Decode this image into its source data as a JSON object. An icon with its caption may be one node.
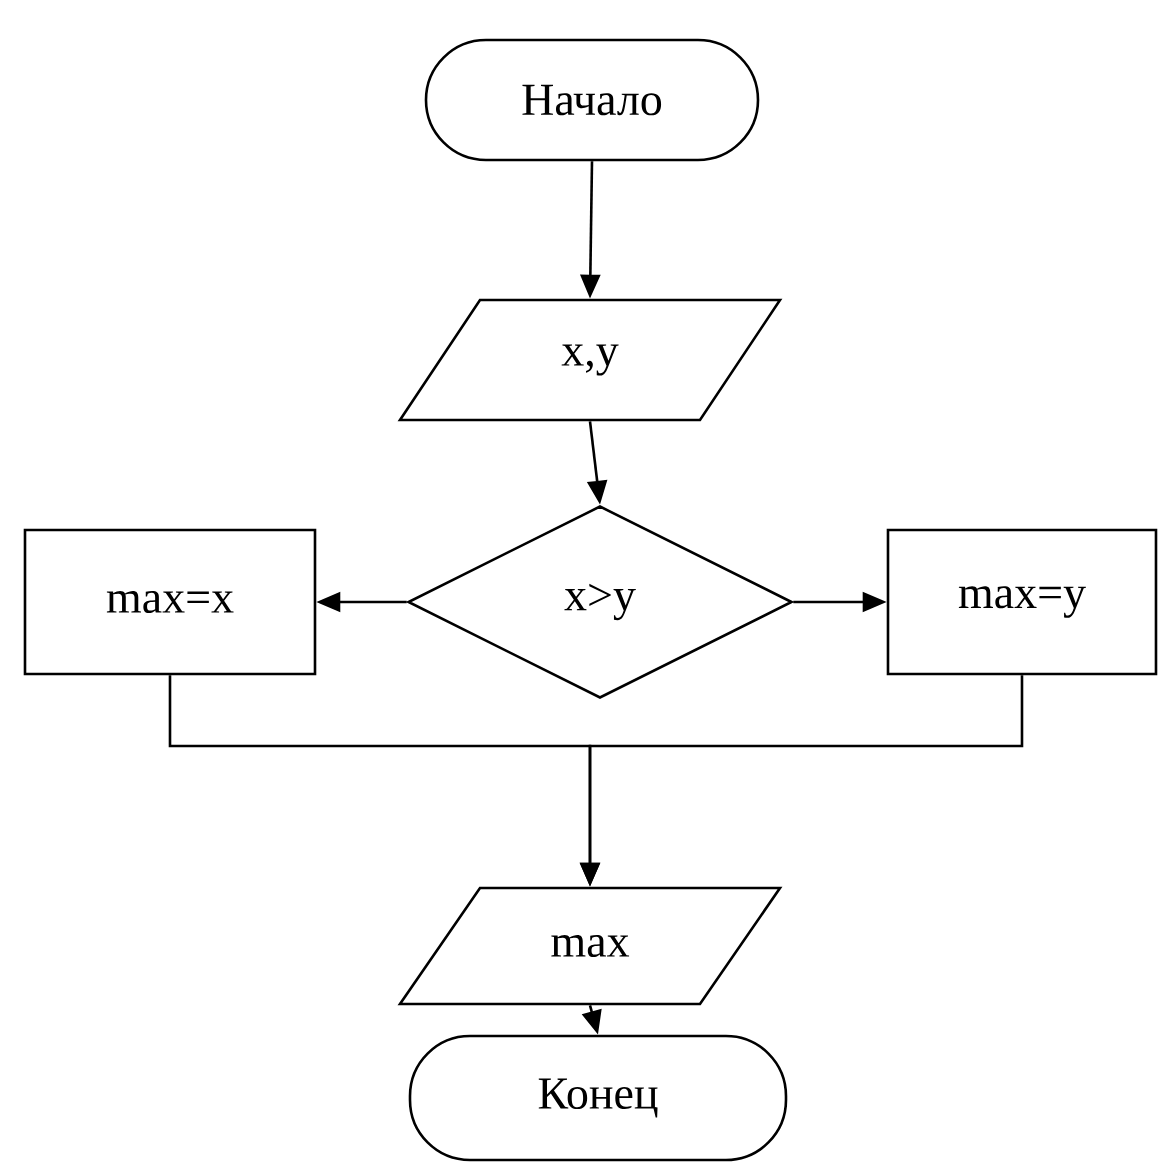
{
  "diagram": {
    "nodes": [
      {
        "text": [
          "Начало"
        ]
      },
      {
        "text": [
          "x,y"
        ]
      },
      {
        "text": [
          "x>y"
        ]
      },
      {
        "text": [
          "max=x"
        ]
      },
      {
        "text": [
          "max=y"
        ]
      },
      {
        "text": [
          "max"
        ]
      },
      {
        "text": [
          "Конец"
        ]
      }
    ],
    "edges": [
      {
        "from": 0,
        "to": 1,
        "arrow": "to"
      },
      {
        "from": 1,
        "to": 2,
        "arrow": "to"
      },
      {
        "from": 2,
        "to": 3,
        "arrow": "to"
      },
      {
        "from": 2,
        "to": 4,
        "arrow": "to"
      },
      {
        "from": 3,
        "to": 5,
        "arrow": "to"
      },
      {
        "from": 4,
        "to": 5,
        "arrow": "to"
      },
      {
        "from": 5,
        "to": 6,
        "arrow": "to"
      }
    ]
  }
}
